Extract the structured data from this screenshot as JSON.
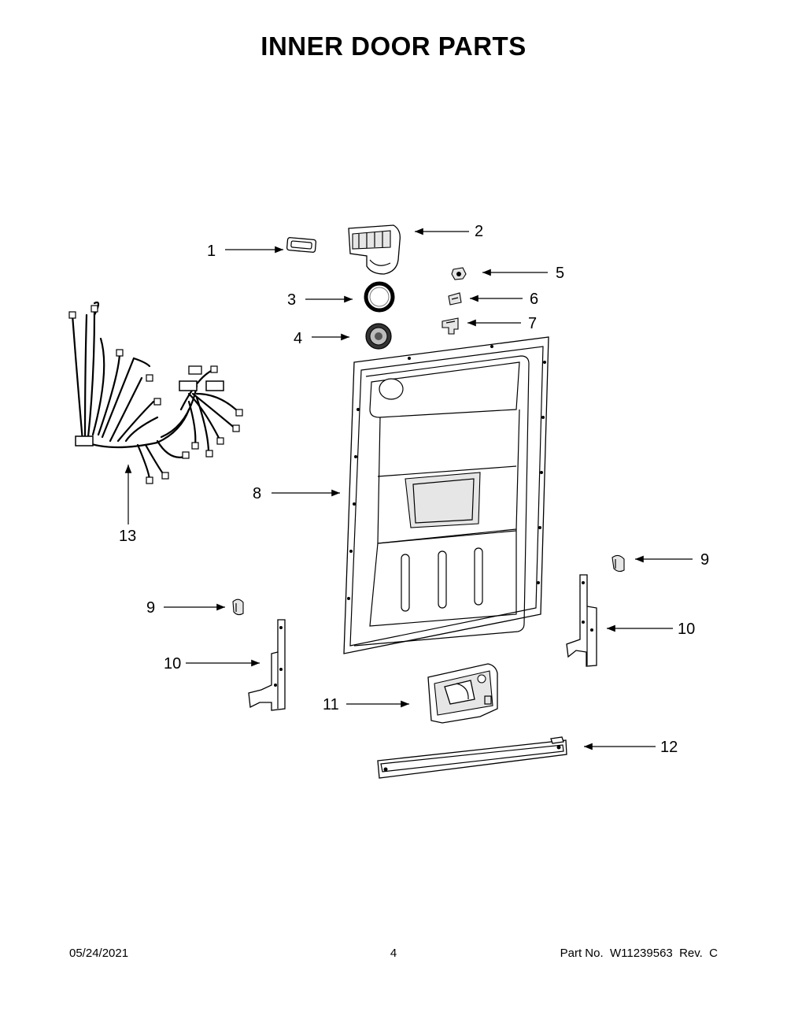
{
  "page": {
    "title": "INNER DOOR PARTS",
    "footer_date": "05/24/2021",
    "footer_page": "4",
    "footer_part": "Part No.  W11239563  Rev.  C"
  },
  "callouts": [
    "1",
    "2",
    "3",
    "4",
    "5",
    "6",
    "7",
    "8",
    "9",
    "9",
    "10",
    "10",
    "11",
    "12",
    "13"
  ]
}
